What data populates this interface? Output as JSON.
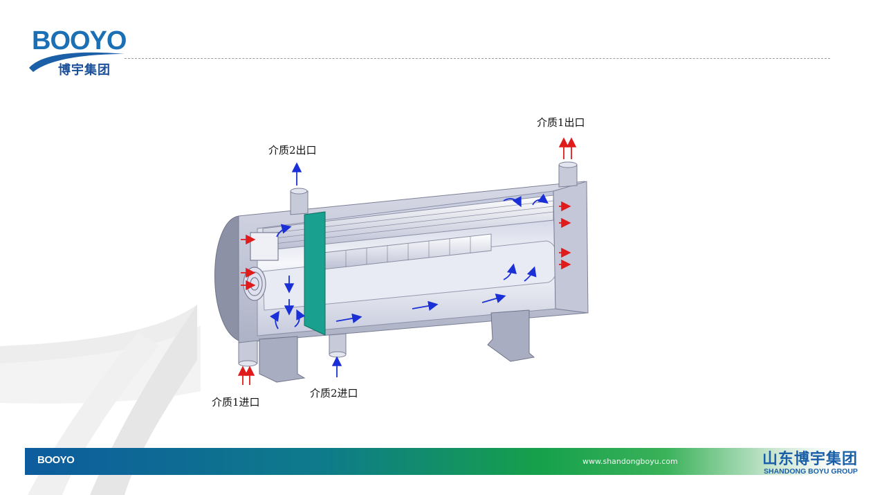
{
  "header": {
    "logo_text": "BOOYO",
    "logo_cn": "博宇集团"
  },
  "diagram": {
    "labels": {
      "medium2_outlet": "介质2出口",
      "medium1_outlet": "介质1出口",
      "medium1_inlet": "介质1进口",
      "medium2_inlet": "介质2进口"
    }
  },
  "footer": {
    "logo_text": "BOOYO",
    "url": "www.shandongboyu.com",
    "company_cn": "山东博宇集团",
    "company_en": "SHANDONG BOYU GROUP"
  },
  "colors": {
    "brand_blue": "#1a6fb5",
    "brand_green": "#16a04b",
    "flow_red": "#e01b1b",
    "flow_blue": "#1a2fd6",
    "baffle_teal": "#1aa08f",
    "shell_gray": "#b9bdd0"
  }
}
